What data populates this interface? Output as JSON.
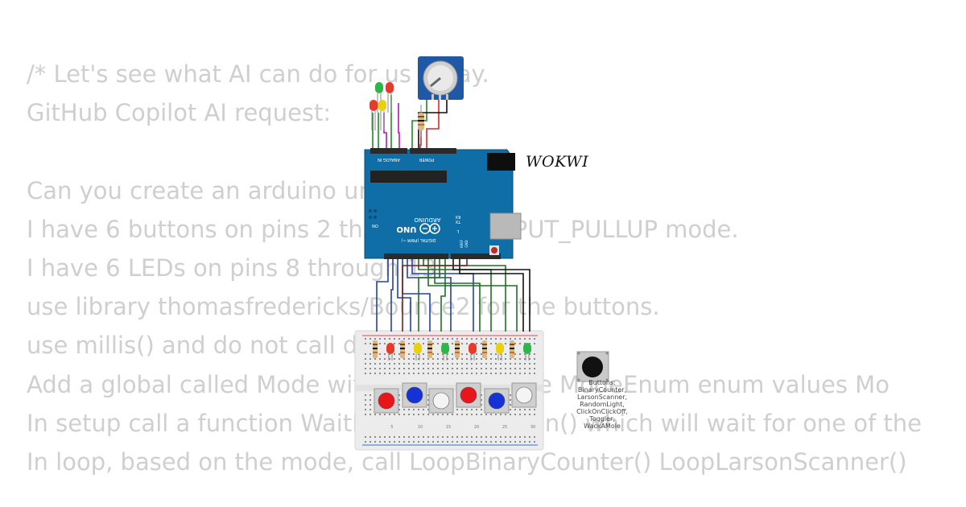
{
  "code_lines": [
    "/* Let's see what AI can do for us today.",
    "GitHub Copilot AI request:",
    "",
    "Can you create an arduino uno program",
    "I have 6 buttons on pins 2 through 7 in INPUT_PULLUP mode.",
    "I have 6 LEDs on pins 8 through 13.",
    "use library thomasfredericks/Bounce2 for the buttons.",
    "use millis() and do not call delay().",
    "Add a global called Mode with these possible ModeEnum enum values Mo",
    "In setup call a function WaitForModeSelection() which will wait for one of the",
    "In loop, based on the mode, call LoopBinaryCounter() LoopLarsonScanner()"
  ],
  "wokwi_logo": "WOKWI",
  "board": {
    "brand": "ARDUINO",
    "model": "UNO",
    "header_labels": {
      "power": "POWER",
      "analog": "ANALOG IN",
      "digital": "DIGITAL (PWM ~)",
      "on": "ON",
      "tx": "TX",
      "rx": "RX",
      "l": "L",
      "aref": "AREF",
      "gnd": "GND"
    },
    "accent_color": "#0f6ea6"
  },
  "pushbutton_label": "Buttons:\nBinaryCounter,\nLarsonScanner,\nRandomLight,\nClickOnClickOff,\nToggler,\nWackAMole",
  "breadboard_numbers": [
    "5",
    "10",
    "15",
    "20",
    "25",
    "30"
  ],
  "button_colors": [
    "#e8151b",
    "#1432d6",
    "#f4f4f4",
    "#e8151b",
    "#1432d6",
    "#f4f4f4"
  ],
  "led_colors": [
    "#e83a2a",
    "#e8d20f",
    "#2eb64a",
    "#e83a2a",
    "#e8d20f",
    "#2eb64a"
  ]
}
